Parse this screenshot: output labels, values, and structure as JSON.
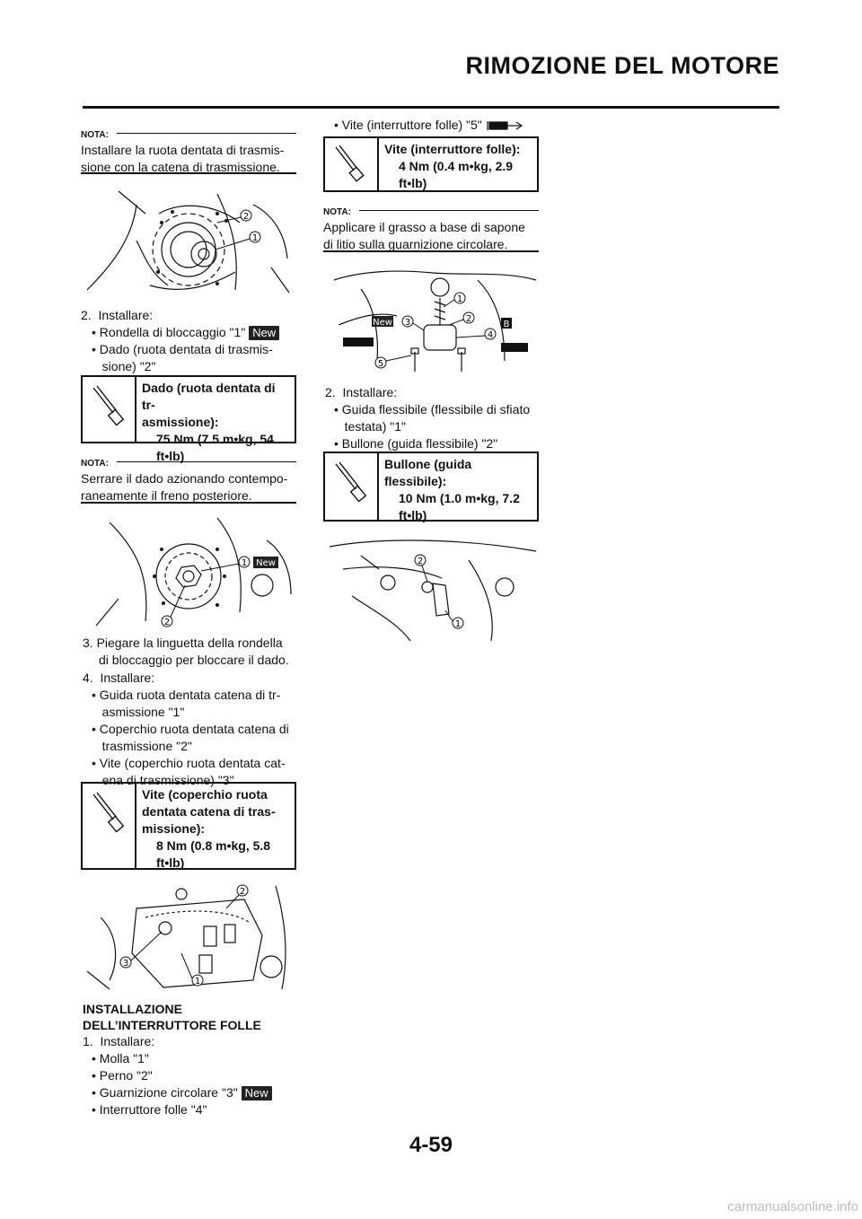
{
  "header": {
    "title": "RIMOZIONE DEL MOTORE"
  },
  "nota_label": "NOTA:",
  "left": {
    "nota1": [
      "Installare la ruota dentata di trasmis-",
      "sione con la catena di trasmissione."
    ],
    "step2": {
      "num": "2.",
      "label": "Installare:"
    },
    "step2_items": [
      "Rondella di bloccaggio \"1\"",
      "Dado (ruota dentata di trasmis-",
      "sione) \"2\""
    ],
    "torque1": {
      "title_lines": [
        "Dado (ruota dentata di tr-",
        "asmissione):"
      ],
      "value_lines": [
        "75 Nm (7.5 m•kg, 54",
        "ft•lb)"
      ]
    },
    "nota2": [
      "Serrare il dado azionando contempo-",
      "raneamente il freno posteriore."
    ],
    "step3_lines": [
      "3.  Piegare la linguetta della rondella",
      "di bloccaggio per bloccare il dado."
    ],
    "step4": {
      "num": "4.",
      "label": "Installare:"
    },
    "step4_items": [
      [
        "Guida ruota dentata catena di tr-",
        "asmissione \"1\""
      ],
      [
        "Coperchio ruota dentata catena di",
        "trasmissione \"2\""
      ],
      [
        "Vite (coperchio ruota dentata cat-",
        "ena di trasmissione) \"3\""
      ]
    ],
    "torque2": {
      "title_lines": [
        "Vite (coperchio ruota",
        "dentata catena di tras-",
        "missione):"
      ],
      "value_lines": [
        "8 Nm (0.8 m•kg, 5.8",
        "ft•lb)"
      ]
    },
    "section_title": [
      "INSTALLAZIONE",
      "DELL’INTERRUTTORE FOLLE"
    ],
    "step1": {
      "num": "1.",
      "label": "Installare:"
    },
    "step1_items": [
      "Molla \"1\"",
      "Perno \"2\"",
      "Guarnizione circolare \"3\"",
      "Interruttore folle \"4\""
    ]
  },
  "right": {
    "bullet_top": "Vite (interruttore folle) \"5\"",
    "torque3": {
      "title_lines": [
        "Vite (interruttore folle):"
      ],
      "value_lines": [
        "4 Nm (0.4 m•kg, 2.9",
        "ft•lb)"
      ]
    },
    "nota3": [
      "Applicare il grasso a base di sapone",
      "di litio sulla guarnizione circolare."
    ],
    "step2": {
      "num": "2.",
      "label": "Installare:"
    },
    "step2_items": [
      [
        "Guida flessibile (flessibile di sfiato",
        "testata) \"1\""
      ],
      [
        "Bullone (guida flessibile) \"2\""
      ]
    ],
    "torque4": {
      "title_lines": [
        "Bullone (guida",
        "flessibile):"
      ],
      "value_lines": [
        "10 Nm (1.0 m•kg, 7.2",
        "ft•lb)"
      ]
    }
  },
  "badges": {
    "new": "New"
  },
  "figure_labels": {
    "one": "1",
    "two": "2",
    "three": "3",
    "four": "4",
    "five": "5",
    "b": "B"
  },
  "page_number": "4-59",
  "footer": "carmanualsonline.info"
}
